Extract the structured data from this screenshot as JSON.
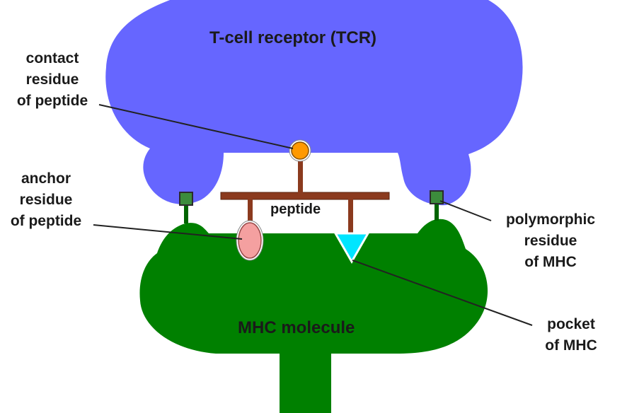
{
  "labels": {
    "tcr": "T-cell receptor (TCR)",
    "mhc": "MHC molecule",
    "peptide": "peptide",
    "contact": [
      "contact",
      "residue",
      "of peptide"
    ],
    "anchor": [
      "anchor",
      "residue",
      "of peptide"
    ],
    "polymorphic": [
      "polymorphic",
      "residue",
      "of MHC"
    ],
    "pocket": [
      "pocket",
      "of MHC"
    ]
  },
  "colors": {
    "tcr": "#6666ff",
    "mhc": "#008000",
    "peptide": "#8b3a1e",
    "contact_residue": "#ff9900",
    "anchor_residue": "#f4a0a0",
    "pocket": "#00e5ff",
    "polymorphic_residue": "#3c8c3c",
    "text": "#1a1a1a"
  }
}
